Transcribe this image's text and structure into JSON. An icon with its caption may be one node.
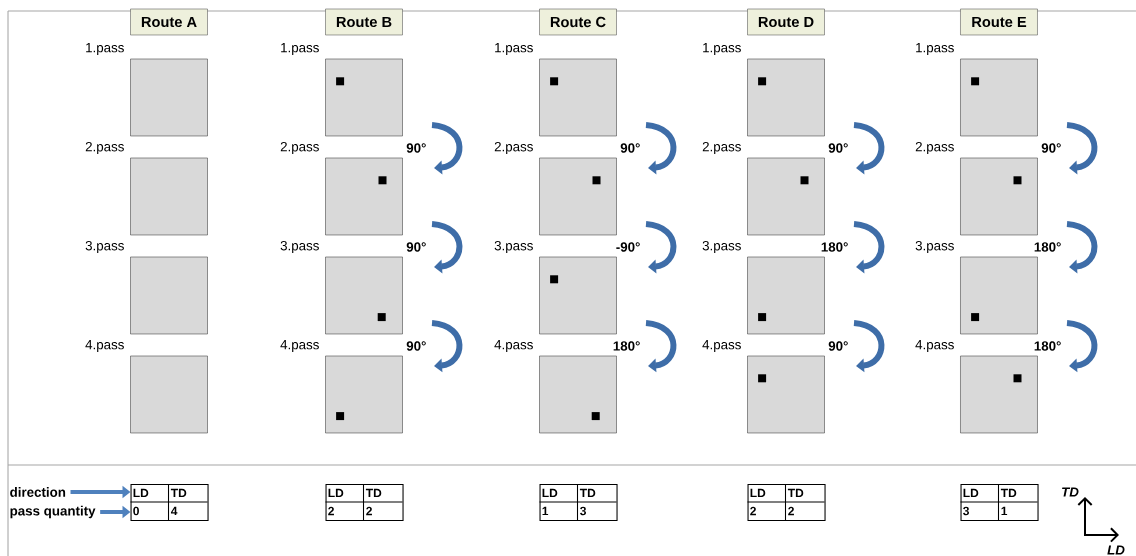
{
  "diagram": {
    "nodes": [
      {
        "text": [
          "Route A"
        ]
      },
      {
        "text": [
          "Route B"
        ]
      },
      {
        "text": [
          "Route C"
        ]
      },
      {
        "text": [
          "Route D"
        ]
      },
      {
        "text": [
          "Route E"
        ]
      },
      {
        "text": [],
        "shape": "box",
        "beside": [
          "1.pass"
        ]
      },
      {
        "text": [],
        "shape": "box",
        "beside": [
          "2.pass"
        ]
      },
      {
        "text": [],
        "shape": "box",
        "beside": [
          "3.pass"
        ]
      },
      {
        "text": [],
        "shape": "box",
        "beside": [
          "4.pass"
        ]
      },
      {
        "text": [],
        "shape": "box",
        "beside": [
          "1.pass"
        ]
      },
      {
        "text": [],
        "shape": "box",
        "beside": [
          "2.pass",
          "90°"
        ]
      },
      {
        "text": [],
        "shape": "box",
        "beside": [
          "3.pass",
          "90°"
        ]
      },
      {
        "text": [],
        "shape": "box",
        "beside": [
          "4.pass",
          "90°"
        ]
      },
      {
        "text": [],
        "shape": "box",
        "beside": [
          "1.pass"
        ]
      },
      {
        "text": [],
        "shape": "box",
        "beside": [
          "2.pass",
          "90°"
        ]
      },
      {
        "text": [],
        "shape": "box",
        "beside": [
          "3.pass",
          "-90°"
        ]
      },
      {
        "text": [],
        "shape": "box",
        "beside": [
          "4.pass",
          "180°"
        ]
      },
      {
        "text": [],
        "shape": "box",
        "beside": [
          "1.pass"
        ]
      },
      {
        "text": [],
        "shape": "box",
        "beside": [
          "2.pass",
          "90°"
        ]
      },
      {
        "text": [],
        "shape": "box",
        "beside": [
          "3.pass",
          "180°"
        ]
      },
      {
        "text": [],
        "shape": "box",
        "beside": [
          "4.pass",
          "90°"
        ]
      },
      {
        "text": [],
        "shape": "box",
        "beside": [
          "1.pass"
        ]
      },
      {
        "text": [],
        "shape": "box",
        "beside": [
          "2.pass",
          "90°"
        ]
      },
      {
        "text": [],
        "shape": "box",
        "beside": [
          "3.pass",
          "180°"
        ]
      },
      {
        "text": [],
        "shape": "box",
        "beside": [
          "4.pass",
          "180°"
        ]
      },
      {
        "text": [
          "direction"
        ]
      },
      {
        "text": [
          "pass quantity"
        ]
      },
      {
        "text": [
          "LD",
          "TD",
          "0",
          "4"
        ]
      },
      {
        "text": [
          "LD",
          "TD",
          "2",
          "2"
        ]
      },
      {
        "text": [
          "LD",
          "TD",
          "1",
          "3"
        ]
      },
      {
        "text": [
          "LD",
          "TD",
          "2",
          "2"
        ]
      },
      {
        "text": [
          "LD",
          "TD",
          "3",
          "1"
        ]
      }
    ],
    "edges": [
      {
        "from": 25,
        "to": 27,
        "arrow": "to"
      },
      {
        "from": 26,
        "to": 27,
        "arrow": "to"
      }
    ],
    "labels": [
      "TD",
      "LD"
    ]
  }
}
